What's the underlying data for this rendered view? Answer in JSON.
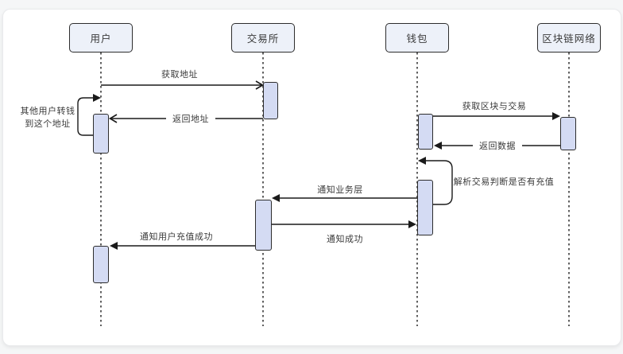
{
  "diagram": {
    "type": "sequence-diagram",
    "actors": [
      {
        "name": "用户"
      },
      {
        "name": "交易所"
      },
      {
        "name": "钱包"
      },
      {
        "name": "区块链网络"
      }
    ],
    "messages": [
      {
        "label": "获取地址",
        "from": "用户",
        "to": "交易所",
        "self": false
      },
      {
        "label_lines": [
          "其他用户转钱",
          "到这个地址"
        ],
        "from": "用户",
        "to": "用户",
        "self": true
      },
      {
        "label": "返回地址",
        "from": "交易所",
        "to": "用户",
        "self": false
      },
      {
        "label": "获取区块与交易",
        "from": "钱包",
        "to": "区块链网络",
        "self": false
      },
      {
        "label": "返回数据",
        "from": "区块链网络",
        "to": "钱包",
        "self": false
      },
      {
        "label": "解析交易判断是否有充值",
        "from": "钱包",
        "to": "钱包",
        "self": true
      },
      {
        "label": "通知业务层",
        "from": "钱包",
        "to": "交易所",
        "self": false
      },
      {
        "label": "通知成功",
        "from": "交易所",
        "to": "钱包",
        "self": false
      },
      {
        "label": "通知用户充值成功",
        "from": "交易所",
        "to": "用户",
        "self": false
      }
    ],
    "colors": {
      "actor_fill": "#edf1f9",
      "activation_fill": "#d4dbf3",
      "shape_border": "#2d2d2d",
      "message_line": "#1a1a1a",
      "text": "#3a3a3a",
      "card_background": "#ffffff",
      "card_border": "#e9eaec"
    }
  }
}
